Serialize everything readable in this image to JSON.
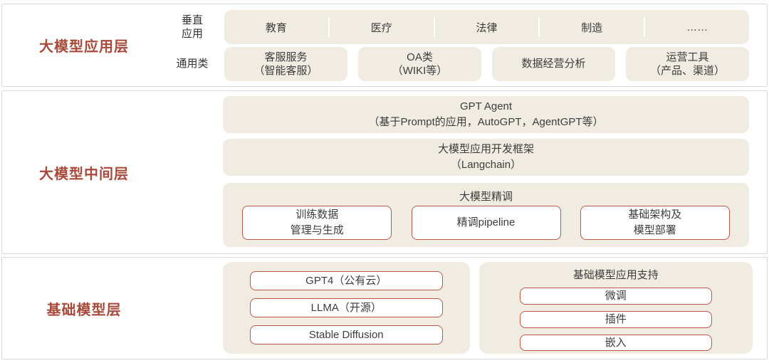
{
  "colors": {
    "accent_text": "#A8493B",
    "box_fill": "#F0ECE1",
    "pill_border": "#B95A47",
    "layer_border": "#D9D9D9",
    "text": "#3D3D3D"
  },
  "application_layer": {
    "title": "大模型应用层",
    "vertical": {
      "label": "垂直\n应用",
      "items": [
        "教育",
        "医疗",
        "法律",
        "制造",
        "……"
      ]
    },
    "general": {
      "label": "通用类",
      "items": [
        "客服服务\n（智能客服）",
        "OA类\n（WIKI等）",
        "数据经营分析",
        "运营工具\n（产品、渠道）"
      ]
    }
  },
  "middleware_layer": {
    "title": "大模型中间层",
    "gpt_agent": "GPT Agent\n（基于Prompt的应用，AutoGPT，AgentGPT等）",
    "framework": "大模型应用开发框架\n（Langchain）",
    "finetune": {
      "title": "大模型精调",
      "items": [
        "训练数据\n管理与生成",
        "精调pipeline",
        "基础架构及\n模型部署"
      ]
    }
  },
  "foundation_layer": {
    "title": "基础模型层",
    "models": [
      "GPT4（公有云）",
      "LLMA（开源）",
      "Stable Diffusion"
    ],
    "support": {
      "title": "基础模型应用支持",
      "items": [
        "微调",
        "插件",
        "嵌入"
      ]
    }
  }
}
